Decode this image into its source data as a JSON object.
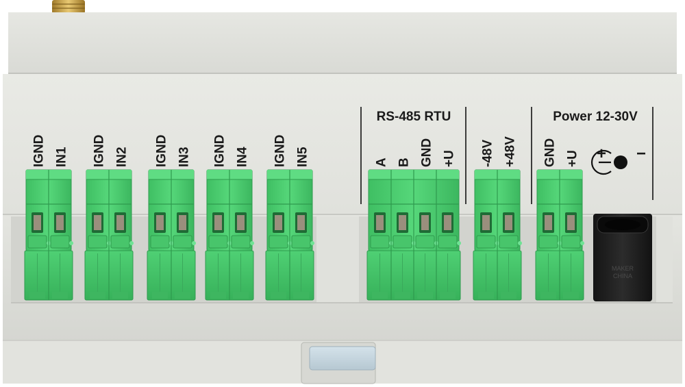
{
  "device": {
    "input_blocks": [
      {
        "labels": [
          "IGND",
          "IN1"
        ]
      },
      {
        "labels": [
          "IGND",
          "IN2"
        ]
      },
      {
        "labels": [
          "IGND",
          "IN3"
        ]
      },
      {
        "labels": [
          "IGND",
          "IN4"
        ]
      },
      {
        "labels": [
          "IGND",
          "IN5"
        ]
      }
    ],
    "rs485": {
      "title": "RS-485 RTU",
      "labels": [
        "A",
        "B",
        "GND",
        "+U"
      ]
    },
    "output48": {
      "labels": [
        "-48V",
        "+48V"
      ]
    },
    "power": {
      "title": "Power 12-30V",
      "labels": [
        "GND",
        "+U"
      ],
      "jack_symbols": {
        "plus": "+",
        "minus": "−"
      }
    },
    "jack_text": [
      "MAKER",
      "CHINA"
    ]
  }
}
